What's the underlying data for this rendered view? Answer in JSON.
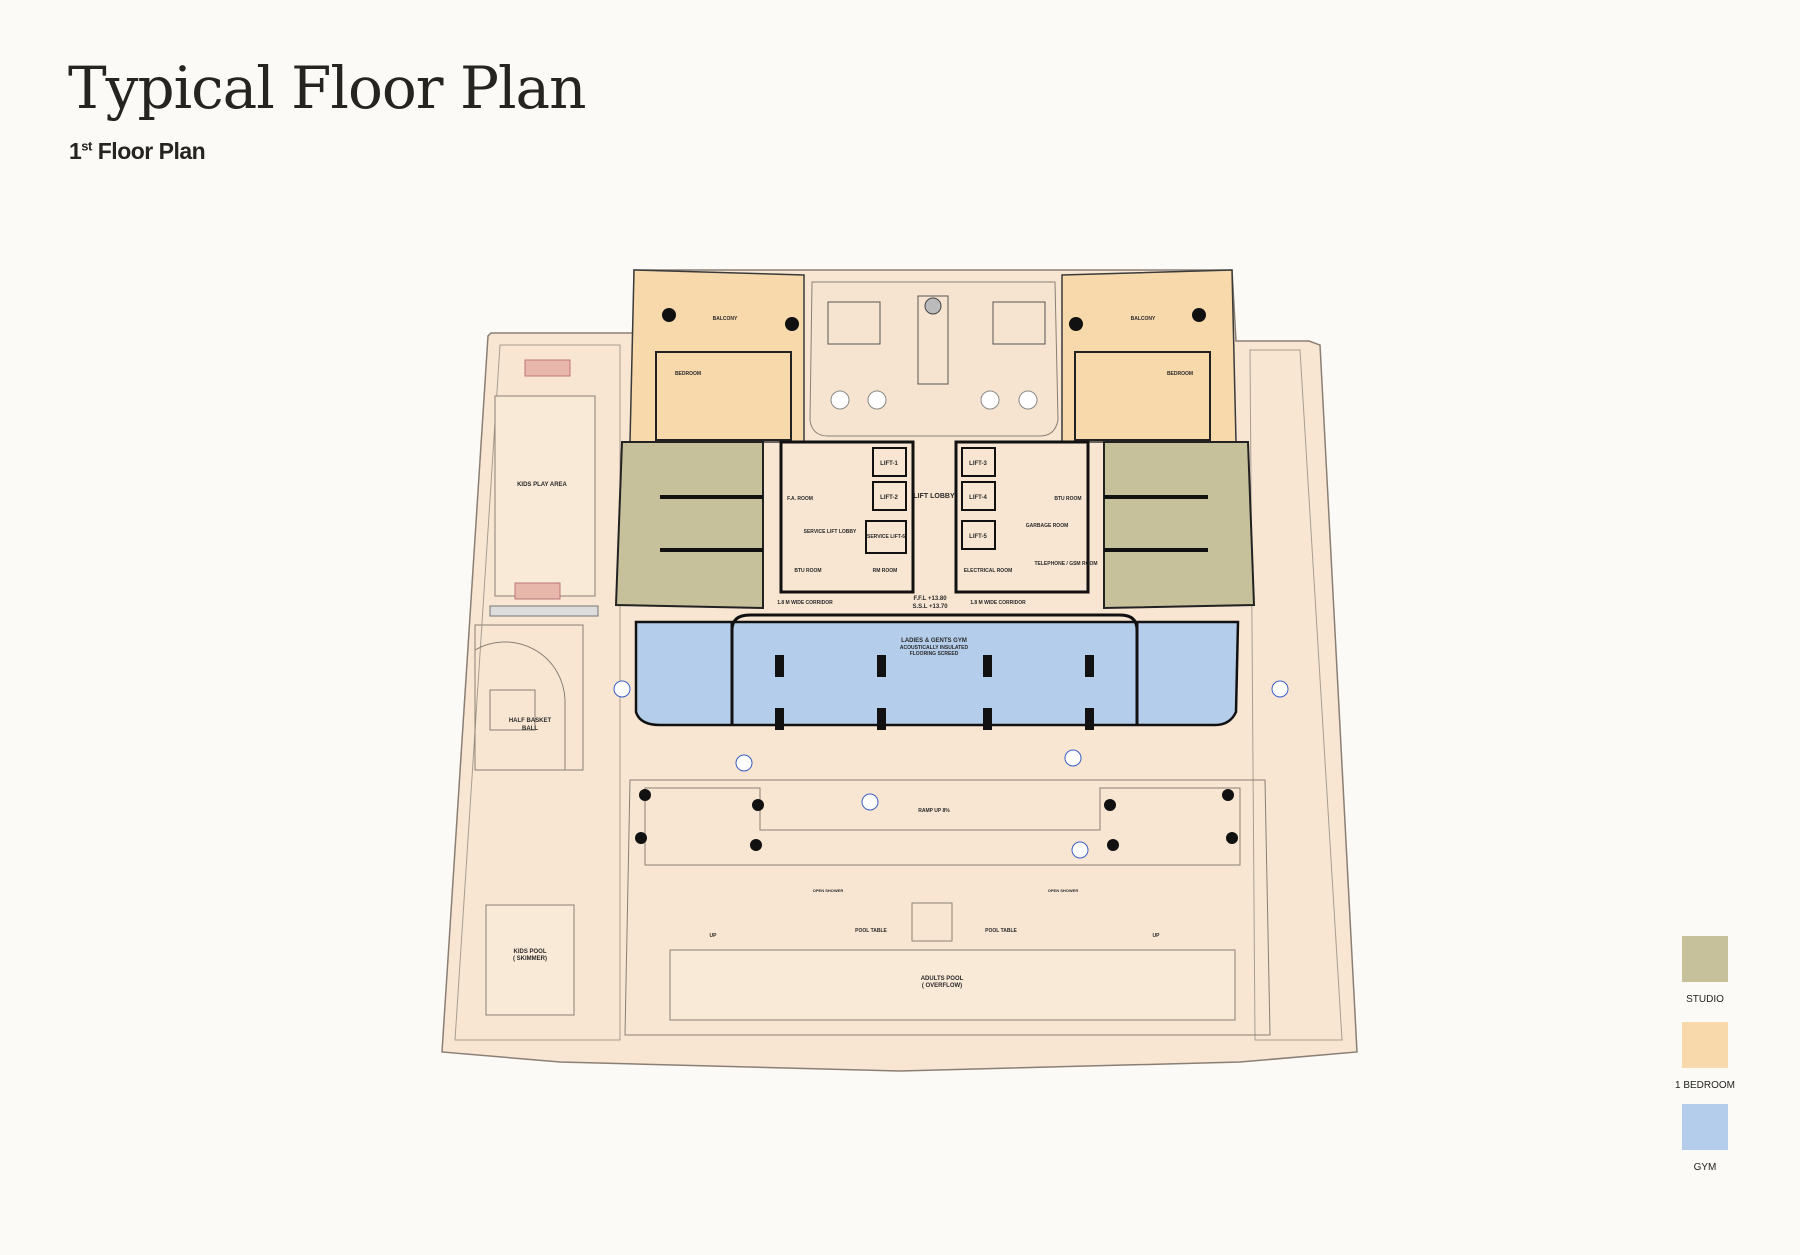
{
  "header": {
    "title": "Typical Floor Plan",
    "subtitle_number": "1",
    "subtitle_suffix": "st",
    "subtitle_text": " Floor Plan"
  },
  "colors": {
    "studio": "#c6c19a",
    "one_bedroom": "#f7d9ab",
    "gym": "#b4cdea",
    "deck": "#f8e6d2",
    "background": "#fbfaf6"
  },
  "legend": [
    {
      "label": "STUDIO",
      "color": "#c6c19a"
    },
    {
      "label": "1 BEDROOM",
      "color": "#f7d9ab"
    },
    {
      "label": "GYM",
      "color": "#b4cdea"
    }
  ],
  "plan_labels": {
    "balcony": "BALCONY",
    "bedroom": "BEDROOM",
    "kids_play_area": "KIDS PLAY AREA",
    "half_basketball_1": "HALF BASKET",
    "half_basketball_2": "BALL",
    "lift_lobby": "LIFT LOBBY",
    "lift_1": "LIFT-1",
    "lift_2": "LIFT-2",
    "lift_3": "LIFT-3",
    "lift_4": "LIFT-4",
    "lift_5": "LIFT-5",
    "service_lift": "SERVICE LIFT-6",
    "service_lift_lobby": "SERVICE LIFT LOBBY",
    "fa_room": "F.A. ROOM",
    "btu_room": "BTU ROOM",
    "rm_room": "RM ROOM",
    "electrical_room": "ELECTRICAL ROOM",
    "telephone_room": "TELEPHONE / GSM ROOM",
    "garbage_room": "GARBAGE ROOM",
    "corridor_left": "1.8 M WIDE CORRIDOR",
    "corridor_right": "1.8 M WIDE CORRIDOR",
    "ffl": "F.F.L +13.80",
    "ssl": "S.S.L +13.70",
    "gym_title": "LADIES & GENTS GYM",
    "gym_sub1": "ACOUSTICALLY INSULATED",
    "gym_sub2": "FLOORING SCREED",
    "ramp": "RAMP UP 8%",
    "pool_table_left": "POOL TABLE",
    "pool_table_right": "POOL TABLE",
    "adults_pool_1": "ADULTS POOL",
    "adults_pool_2": "( OVERFLOW)",
    "kids_pool_1": "KIDS POOL",
    "kids_pool_2": "( SKIMMER)",
    "up": "UP",
    "open_shower": "OPEN SHOWER"
  }
}
